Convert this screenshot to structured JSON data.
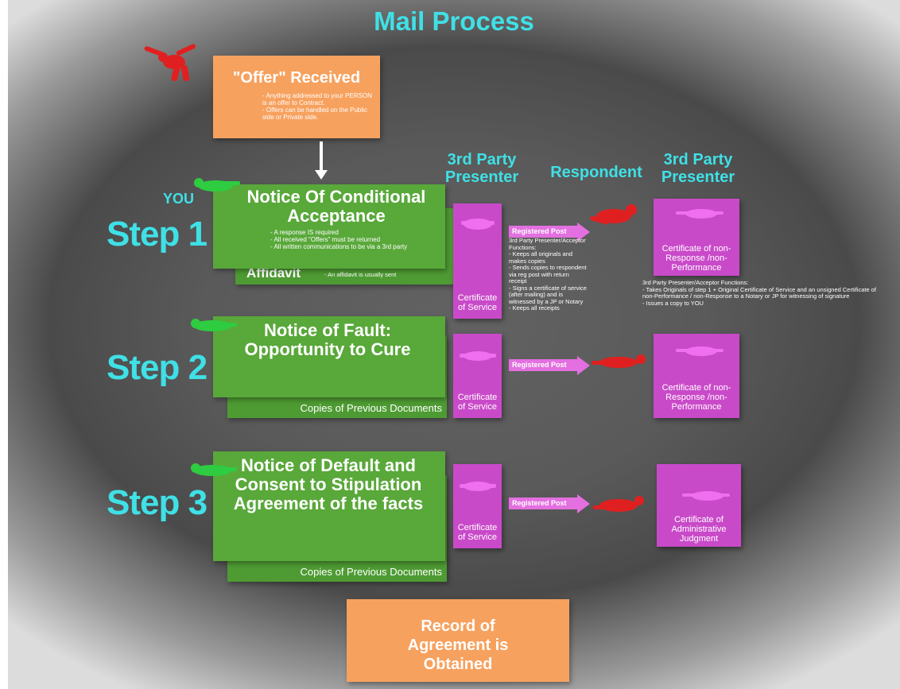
{
  "title": "Mail Process",
  "offer": {
    "title": "\"Offer\" Received",
    "bullets": [
      "- Anything addressed to your PERSON is an offer to Contract.",
      "- Offers can be handled on the Public side or Private side."
    ]
  },
  "you_label": "YOU",
  "columns": {
    "presenter_left": "3rd Party Presenter",
    "respondent": "Respondent",
    "presenter_right": "3rd Party Presenter"
  },
  "steps": [
    {
      "label": "Step 1",
      "title": "Notice Of Conditional Acceptance",
      "bullets": [
        "- A response IS required",
        "- All received \"Offers\" must be returned",
        "- All written communications to be via a 3rd party"
      ],
      "back_label": "Affidavit",
      "back_note": "- An affidavit is usually sent",
      "certificate_left": "Certificate of Service",
      "post_label": "Registered Post",
      "certificate_right": "Certificate of non-Response /non-Performance"
    },
    {
      "label": "Step 2",
      "title": "Notice of Fault: Opportunity to Cure",
      "back_label": "Copies of Previous Documents",
      "certificate_left": "Certificate of Service",
      "post_label": "Registered Post",
      "certificate_right": "Certificate of non-Response /non-Performance"
    },
    {
      "label": "Step 3",
      "title": "Notice of Default and Consent to Stipulation Agreement of the facts",
      "back_label": "Copies of Previous Documents",
      "certificate_left": "Certificate of Service",
      "post_label": "Registered Post",
      "certificate_right": "Certificate of Administrative Judgment"
    }
  ],
  "presenter_functions_left": {
    "heading": "3rd Party Presenter/Acceptor Functions:",
    "items": [
      "- Keeps all originals and makes copies",
      "- Sends copies to respondent via reg post with return receipt",
      "- Signs a certificate of service (after mailing) and is witnessed by a JP or Notary",
      "- Keeps all receipts"
    ]
  },
  "presenter_functions_right": {
    "heading": "3rd Party Presenter/Acceptor Functions:",
    "items": [
      "- Takes Originals of step 1 + Original Certificate of Service and an unsigned Certificate of non-Performance / non-Response to a Notary or JP for witnessing of signature",
      "- Issues a copy to YOU"
    ]
  },
  "record": "Record of Agreement is Obtained",
  "colors": {
    "cyan": "#3fe0e6",
    "orange": "#f7a15e",
    "green": "#59a83a",
    "purple": "#c94ac9",
    "figure_red": "#e02020",
    "figure_green": "#2ecc40"
  }
}
